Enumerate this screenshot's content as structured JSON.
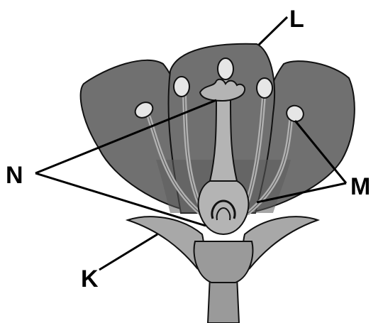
{
  "diagram": {
    "labels": {
      "L": "L",
      "M": "M",
      "N": "N",
      "K": "K"
    },
    "colors": {
      "petal": "#707070",
      "petal_inner": "#5c5c5c",
      "sepal": "#a8a8a8",
      "stem": "#9a9a9a",
      "pistil": "#b4b4b4",
      "filament": "#b0b0b0",
      "anther": "#e6e6e6",
      "outline": "#111111"
    }
  }
}
